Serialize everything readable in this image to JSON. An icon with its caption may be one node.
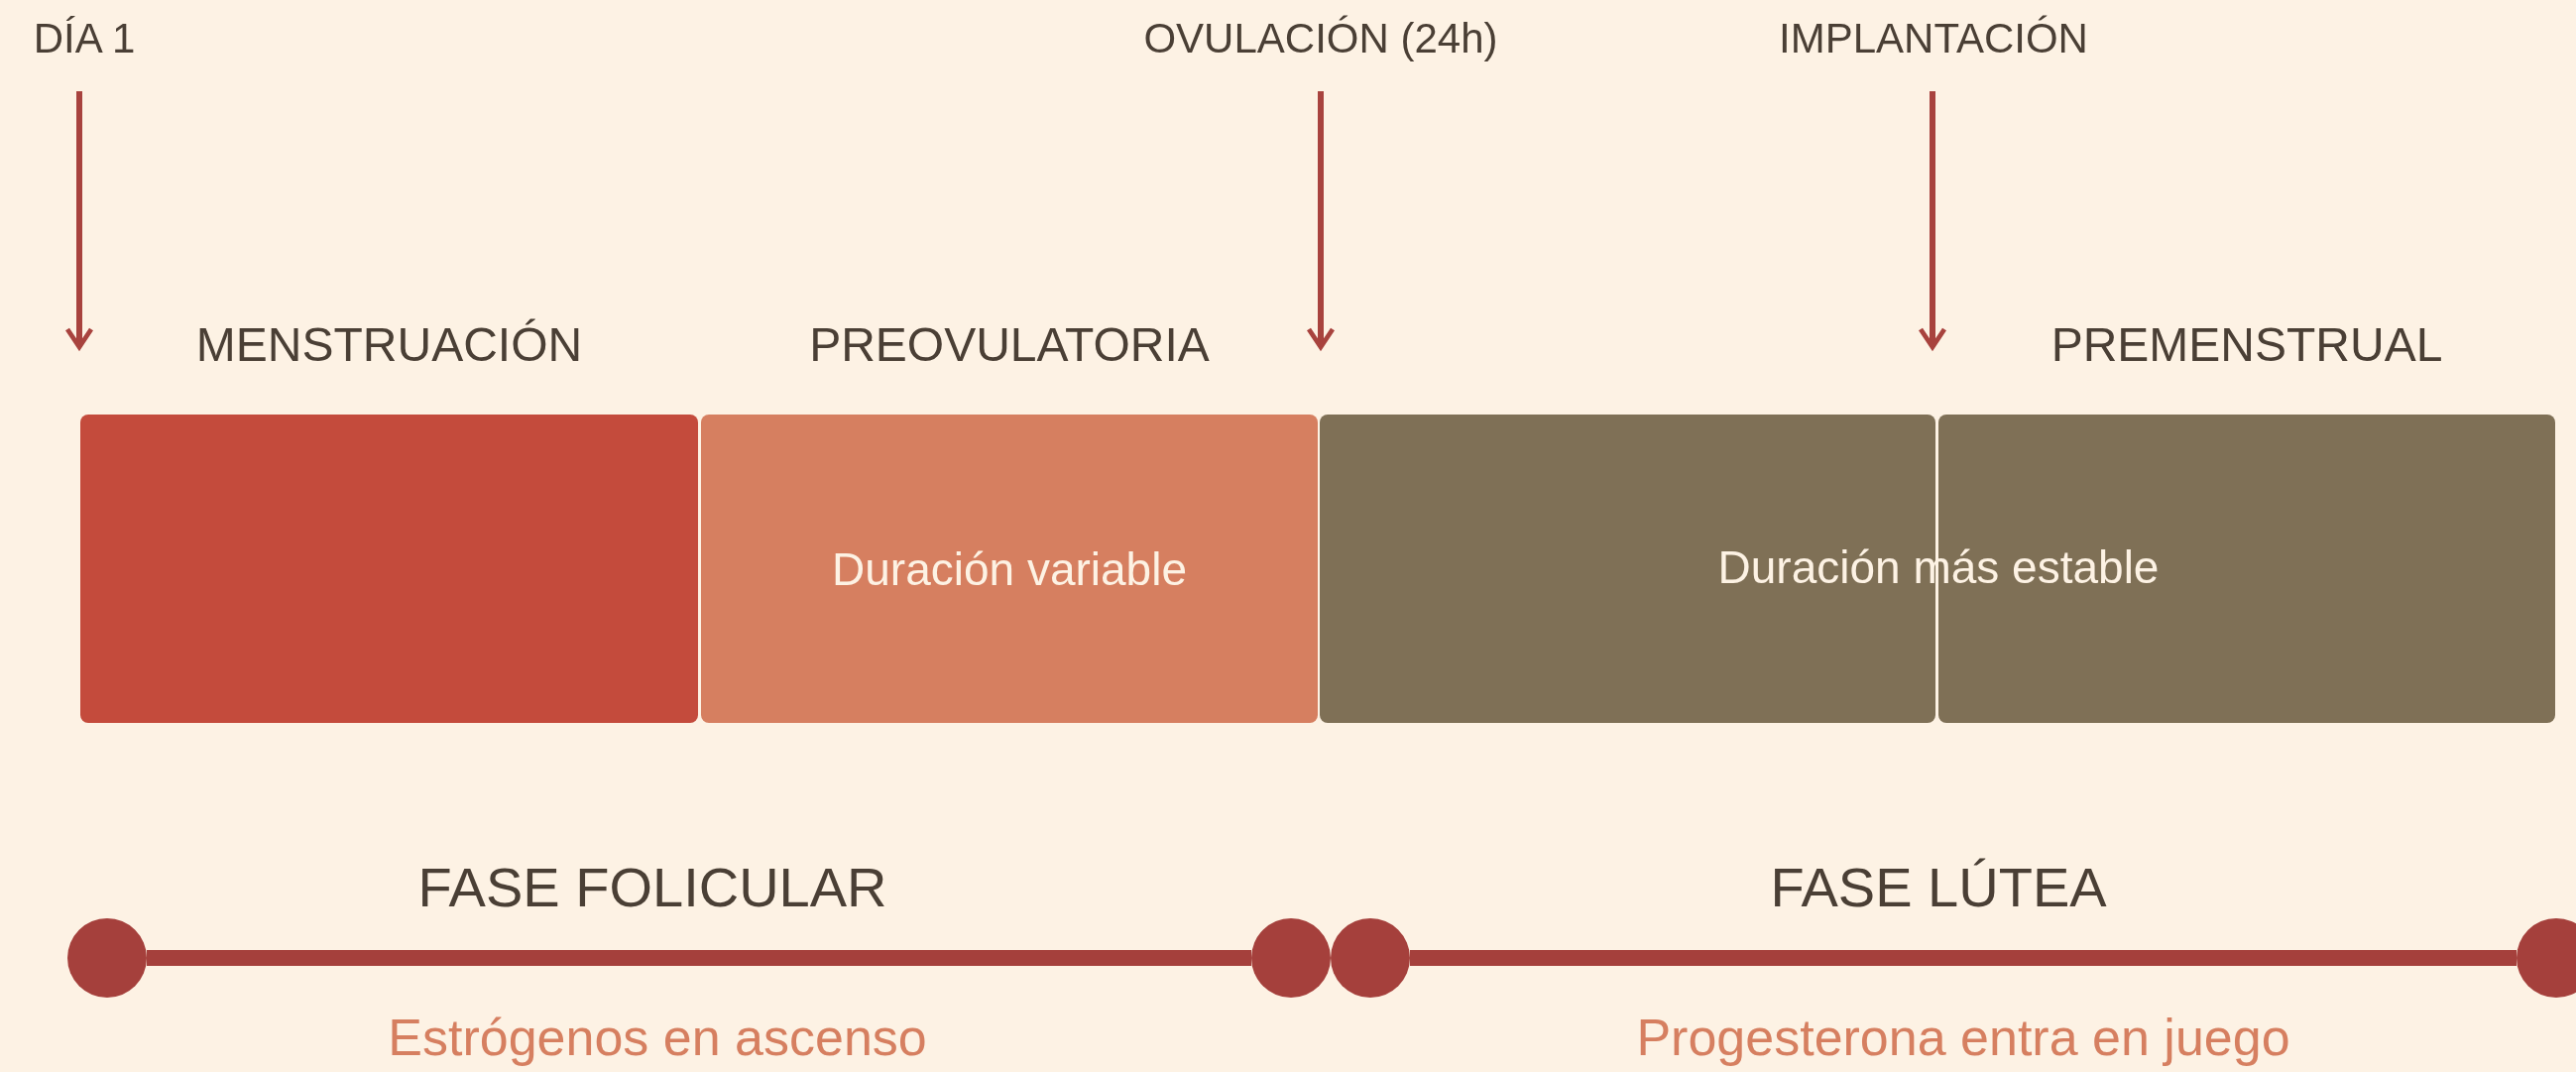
{
  "diagram": {
    "nodes": [
      {
        "text": [
          "DÍA 1"
        ]
      },
      {
        "text": [
          "OVULACIÓN (24h)"
        ]
      },
      {
        "text": [
          "IMPLANTACIÓN"
        ]
      },
      {
        "text": [
          "MENSTRUACIÓN"
        ]
      },
      {
        "text": [
          "PREOVULATORIA",
          "Duración variable"
        ]
      },
      {
        "text": [],
        "shape": "box"
      },
      {
        "text": [
          "PREMENSTRUAL"
        ]
      },
      {
        "text": [],
        "shape": "circle"
      },
      {
        "text": [],
        "shape": "circle"
      },
      {
        "text": [],
        "shape": "circle"
      },
      {
        "text": [],
        "shape": "circle"
      }
    ],
    "edges": [
      {
        "from": 0,
        "to": 3,
        "arrow": "to"
      },
      {
        "from": 1,
        "to": 5,
        "arrow": "to"
      },
      {
        "from": 2,
        "to": 5,
        "arrow": "to"
      },
      {
        "from": 7,
        "to": 8,
        "arrow": "none",
        "style": "thick"
      },
      {
        "from": 9,
        "to": 10,
        "arrow": "none",
        "style": "thick"
      }
    ],
    "labels": [
      "Duración más estable",
      "FASE FOLICULAR",
      "FASE LÚTEA",
      "Estrógenos en ascenso",
      "Progesterona entra en juego"
    ]
  }
}
